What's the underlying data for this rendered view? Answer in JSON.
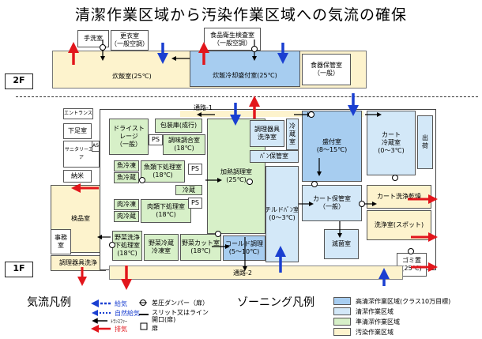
{
  "title": "清潔作業区域から汚染作業区域への気流の確保",
  "floors": {
    "f2": "2F",
    "f1": "1F"
  },
  "rooms2f": {
    "handwash": "手洗室",
    "changing": "更衣室\n（一般空調）",
    "hygiene": "食品衛生検査室\n（一般空調）",
    "storage": "食器保管室\n（一般）",
    "rice": "炊飯室(25℃)",
    "ricecool": "炊飯冷却盛付室(25℃)"
  },
  "rooms1f": {
    "entrance": "エントランス",
    "shoes": "下足室",
    "sanitary": "サニタリーエリア",
    "delivery": "納米",
    "inspect": "検品室",
    "office": "事務\n室",
    "toolwash": "調理器具洗浄",
    "dry": "ドライスト\nレージ\n（一般）",
    "wrap": "包装庫(成行)",
    "seasoning": "調味調合室\n(18℃)",
    "fishfrozen": "魚冷凍",
    "fishchill": "魚冷蔵",
    "fishprep": "魚類下処理室\n(18℃)",
    "meatfrozen": "肉冷凍",
    "meatchill": "肉冷蔵",
    "meatprep": "肉類下処理室\n(18℃)",
    "chill": "冷蔵",
    "vegwash": "野菜洗浄\n下処理室\n(18℃)",
    "vegstore": "野菜冷蔵\n冷凍室",
    "vegcut": "野菜カット室\n(18℃)",
    "heatcook": "加熱調理室\n(25℃)",
    "coldcook": "コールド調理\n(5〜10℃)",
    "toolwash2": "調理器具\n洗浄室",
    "breadstore": "ﾊﾟﾝ保管室",
    "chilled": "チルドﾊﾞﾝ室\n(0〜3℃)",
    "refrig": "冷\n蔵\n室",
    "serving": "盛付室\n(8〜15℃)",
    "cartstore": "カート保管室\n（一般）",
    "sterile": "滅菌室",
    "cartcold": "カート\n冷蔵室\n(0〜3℃)",
    "shipping": "出\n荷",
    "cartwash": "カート洗浄乾燥",
    "washspot": "洗浄室(スポット)",
    "trash": "ゴミ置\n(25℃)",
    "corr1": "通路-1",
    "corr2": "通路-2",
    "as": "AS",
    "ps": "PS"
  },
  "legend": {
    "airflow_title": "気流凡例",
    "supply": "給気",
    "natural": "自然給気",
    "transfer": "ﾄﾗﾝｽﾌｧｰ",
    "exhaust": "排気",
    "damper": "差圧ダンパー（扉）",
    "slit": "スリット又はライン\n開口(扉)",
    "door": "扉",
    "zoning_title": "ゾーニング凡例",
    "z1": "高清潔作業区域(クラス10万目標)",
    "z2": "清潔作業区域",
    "z3": "準清潔作業区域",
    "z4": "汚染作業区域"
  },
  "colors": {
    "z1": "#a7cdf0",
    "z2": "#d3e8f8",
    "z3": "#d7f0c8",
    "z4": "#fdf3cd",
    "supply": "#1a3fd1",
    "exhaust": "#e2161c"
  }
}
